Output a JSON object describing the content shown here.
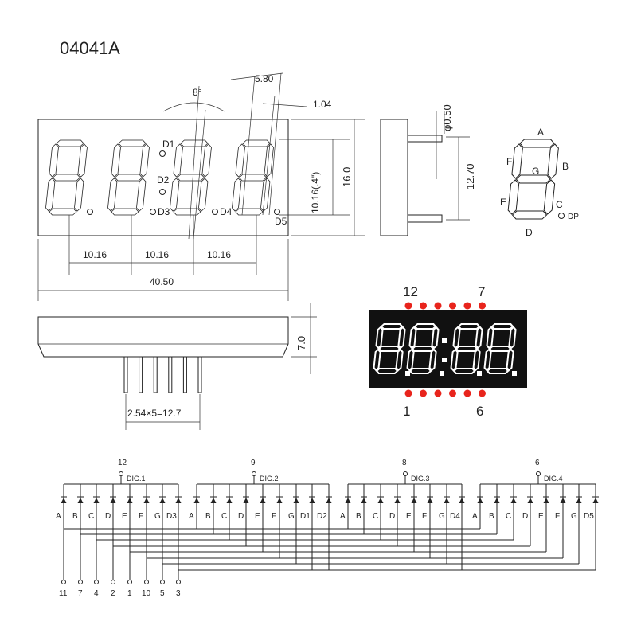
{
  "title": "04041A",
  "top_view": {
    "angle": "8°",
    "seg_width": "5.80",
    "seg_thickness": "1.04",
    "digit_height": "10.16(.4\")",
    "height": "16.0",
    "pitch_labels": [
      "10.16",
      "10.16",
      "10.16"
    ],
    "width": "40.50",
    "dp_labels": [
      "D1",
      "D2",
      "D3",
      "D4",
      "D5"
    ]
  },
  "side_view": {
    "pin_diameter": "φ0.50",
    "pin_span": "12.70"
  },
  "segment_diagram": {
    "labels": [
      "A",
      "B",
      "C",
      "D",
      "E",
      "F",
      "G",
      "DP"
    ]
  },
  "bottom_view": {
    "depth": "7.0",
    "pin_pitch": "2.54×5=12.7"
  },
  "pinout": {
    "top_left": "12",
    "top_right": "7",
    "bottom_left": "1",
    "bottom_right": "6",
    "dot_color": "#e8241c"
  },
  "schematic": {
    "groups": [
      {
        "pin": "12",
        "label": "DIG.1",
        "segments": [
          "A",
          "B",
          "C",
          "D",
          "E",
          "F",
          "G",
          "D3"
        ]
      },
      {
        "pin": "9",
        "label": "DIG.2",
        "segments": [
          "A",
          "B",
          "C",
          "D",
          "E",
          "F",
          "G",
          "D1",
          "D2"
        ]
      },
      {
        "pin": "8",
        "label": "DIG.3",
        "segments": [
          "A",
          "B",
          "C",
          "D",
          "E",
          "F",
          "G",
          "D4"
        ]
      },
      {
        "pin": "6",
        "label": "DIG.4",
        "segments": [
          "A",
          "B",
          "C",
          "D",
          "E",
          "F",
          "G",
          "D5"
        ]
      }
    ],
    "bottom_pins": [
      "11",
      "7",
      "4",
      "2",
      "1",
      "10",
      "5",
      "3"
    ]
  }
}
